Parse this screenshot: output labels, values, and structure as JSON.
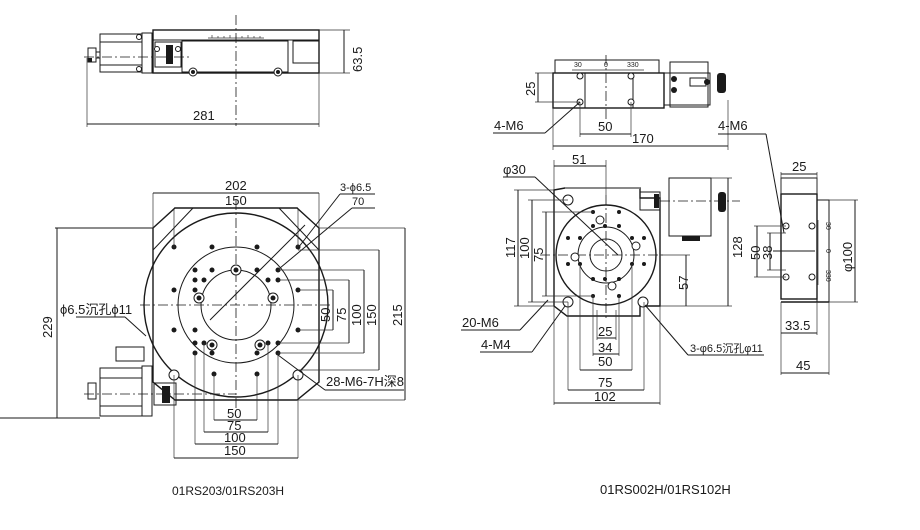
{
  "drawings": [
    {
      "model": "01RS203/01RS203H",
      "side_view": {
        "width": "281",
        "height": "63.5"
      },
      "top_view": {
        "dims": {
          "outer_width": "202",
          "inner_width": "150",
          "height_total": "229",
          "height_right": "215",
          "right_50": "50",
          "right_75": "75",
          "right_100": "100",
          "right_150": "150",
          "bottom_50": "50",
          "bottom_75": "75",
          "bottom_100": "100",
          "bottom_150": "150"
        },
        "callouts": {
          "counterbore": "ϕ6.5沉孔ϕ11",
          "holes_3": "3-ϕ6.5",
          "pcd_70": "70",
          "tapped": "28-M6-7H深8"
        }
      }
    },
    {
      "model": "01RS002H/01RS102H",
      "side_view": {
        "scale_left": "30",
        "scale_zero": "0",
        "scale_right": "330",
        "height_25": "25",
        "spacing_50": "50",
        "callout_m6": "4-M6"
      },
      "top_view": {
        "dims": {
          "width_170": "170",
          "offset_51": "51",
          "dia_30": "φ30",
          "h_117": "117",
          "h_100": "100",
          "h_75": "75",
          "h_128": "128",
          "h_57": "57",
          "b_25": "25",
          "b_34": "34",
          "b_50": "50",
          "b_75": "75",
          "b_102": "102"
        },
        "callouts": {
          "m6_20": "20-M6",
          "m4_4": "4-M4",
          "counterbore": "3-φ6.5沉孔φ11"
        }
      },
      "end_view": {
        "callout_m6": "4-M6",
        "w_25": "25",
        "h_50": "50",
        "h_38": "38",
        "dia_100": "φ100",
        "w_33_5": "33.5",
        "w_45": "45",
        "scale_top": "30",
        "scale_mid": "0",
        "scale_bot": "330"
      }
    }
  ]
}
